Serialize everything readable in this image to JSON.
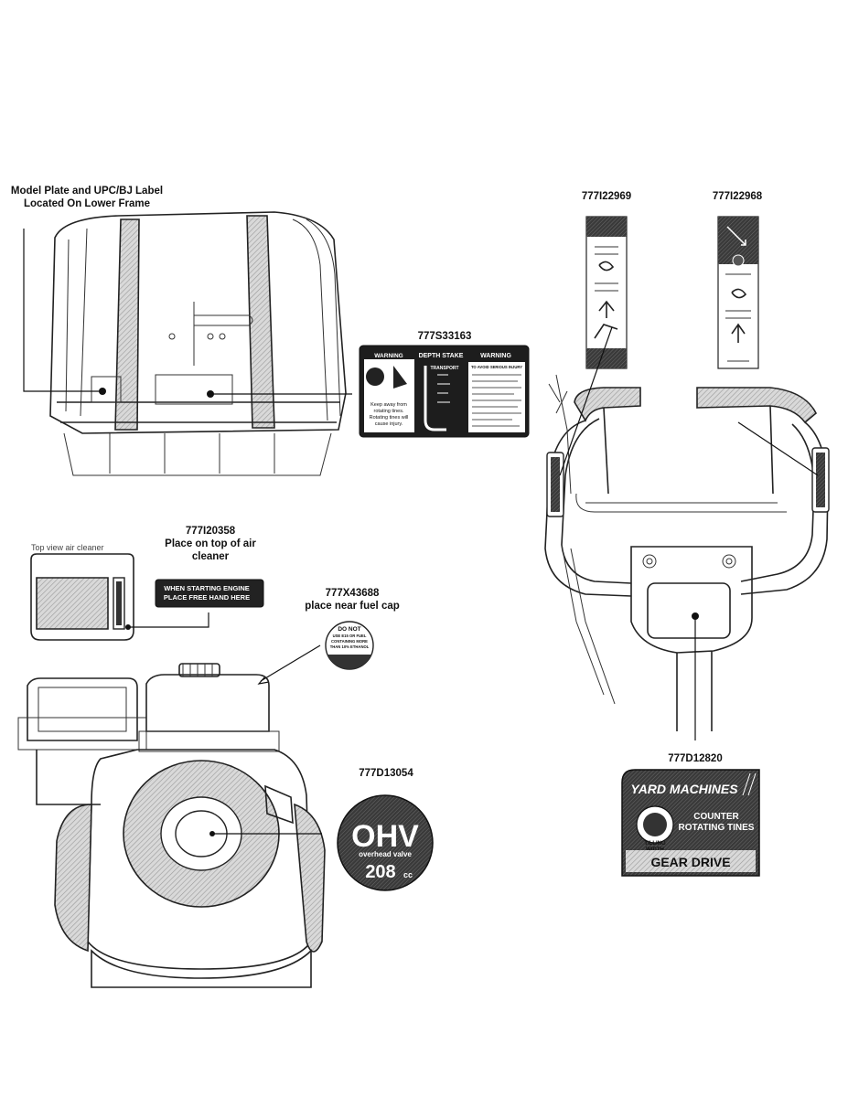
{
  "labels": {
    "model_plate": "Model Plate and UPC/BJ Label",
    "model_plate_line2": "Located On Lower Frame",
    "part_777I22969": "777I22969",
    "part_777I22968": "777I22968",
    "part_777S33163": "777S33163",
    "part_777I20358": "777I20358",
    "place_air": "Place on top of air",
    "place_air2": "cleaner",
    "top_view": "Top view air cleaner",
    "part_777X43688": "777X43688",
    "place_fuel": "place near fuel cap",
    "part_777D13054": "777D13054",
    "part_777D12820": "777D12820"
  },
  "decals": {
    "warning_left": "WARNING",
    "depth_stake": "DEPTH STAKE",
    "transport": "TRANSPORT",
    "warning_right": "WARNING",
    "avoid_injury": "TO AVOID SERIOUS INJURY",
    "keep_away": "Keep away from",
    "rotating_tines": "rotating tines.",
    "rotating_tines2": "Rotating tines will",
    "cause_injury": "cause injury.",
    "starting_line1": "WHEN STARTING ENGINE",
    "starting_line2": "PLACE FREE HAND HERE",
    "fuel_line1": "DO NOT",
    "fuel_line2": "USE E15 OR FUEL",
    "fuel_line3": "CONTAINING MORE",
    "fuel_line4": "THAN 10% ETHANOL",
    "ohv": "OHV",
    "overhead_valve": "overhead valve",
    "displacement": "208",
    "cc": "cc",
    "brand": "YARD MACHINES",
    "counter": "COUNTER",
    "rotating": "ROTATING TINES",
    "tilling": "TILLING",
    "width": "WIDTH",
    "gear_drive": "GEAR DRIVE"
  },
  "colors": {
    "line": "#222222",
    "decal_dark": "#2b2b2b",
    "decal_grey": "#8a8a8a"
  }
}
